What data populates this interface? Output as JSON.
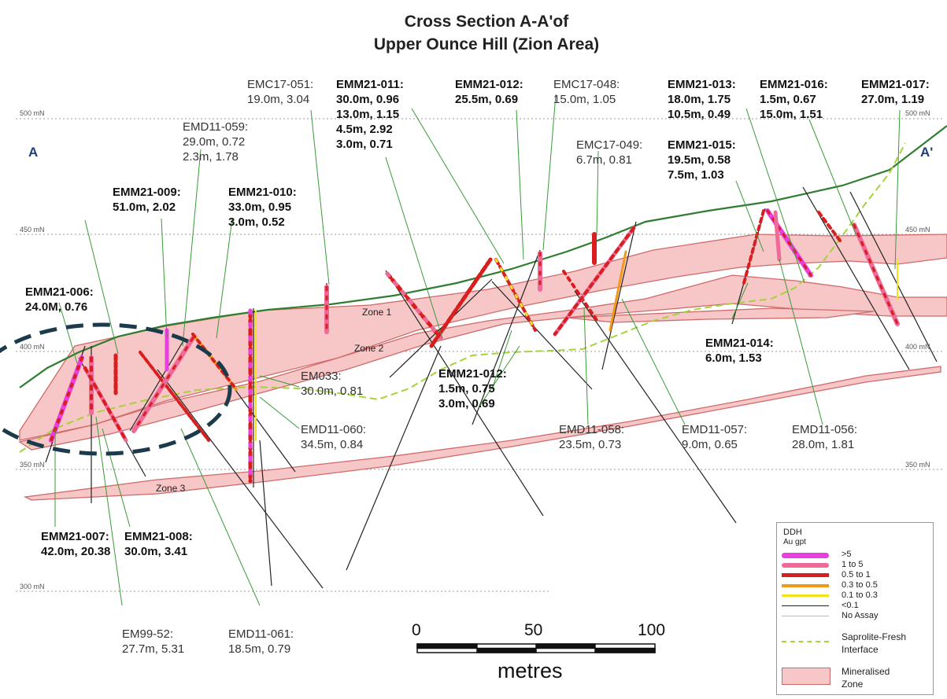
{
  "title": {
    "line1": "Cross Section A-A'of",
    "line2": "Upper Ounce Hill (Zion Area)"
  },
  "section_ends": {
    "left": "A",
    "right": "A'"
  },
  "elevation_labels": {
    "m500_left": "500 mN",
    "m500_right": "500 mN",
    "m450_left": "450 mN",
    "m450_right": "450 mN",
    "m400_left": "400 mN",
    "m400_right": "400 mN",
    "m350_left": "350 mN",
    "m350_right": "350 mN",
    "m300_left": "300 mN"
  },
  "zones": {
    "z1": "Zone 1",
    "z2": "Zone 2",
    "z3": "Zone 3"
  },
  "drill_labels": {
    "emc17_051": {
      "name": "EMC17-051:",
      "l1": "19.0m, 3.04"
    },
    "emm21_011": {
      "name": "EMM21-011:",
      "l1": "30.0m, 0.96",
      "l2": "13.0m, 1.15",
      "l3": "4.5m, 2.92",
      "l4": "3.0m, 0.71"
    },
    "emm21_012_top": {
      "name": "EMM21-012:",
      "l1": "25.5m, 0.69"
    },
    "emc17_048": {
      "name": "EMC17-048:",
      "l1": "15.0m, 1.05"
    },
    "emm21_013": {
      "name": "EMM21-013:",
      "l1": "18.0m, 1.75",
      "l2": "10.5m, 0.49"
    },
    "emm21_016": {
      "name": "EMM21-016:",
      "l1": "1.5m, 0.67",
      "l2": "15.0m, 1.51"
    },
    "emm21_017": {
      "name": "EMM21-017:",
      "l1": "27.0m, 1.19"
    },
    "emd11_059": {
      "name": "EMD11-059:",
      "l1": "29.0m, 0.72",
      "l2": "2.3m, 1.78"
    },
    "emc17_049": {
      "name": "EMC17-049:",
      "l1": "6.7m, 0.81"
    },
    "emm21_015": {
      "name": "EMM21-015:",
      "l1": "19.5m, 0.58",
      "l2": "7.5m, 1.03"
    },
    "emm21_009": {
      "name": "EMM21-009:",
      "l1": "51.0m, 2.02"
    },
    "emm21_010": {
      "name": "EMM21-010:",
      "l1": "33.0m, 0.95",
      "l2": "3.0m, 0.52"
    },
    "emm21_006": {
      "name": "EMM21-006:",
      "l1": "24.0M, 0.76"
    },
    "emm21_014": {
      "name": "EMM21-014:",
      "l1": "6.0m, 1.53"
    },
    "em033": {
      "name": "EM033:",
      "l1": "30.0m, 0.81"
    },
    "emm21_012_mid": {
      "name": "EMM21-012:",
      "l1": "1.5m, 0.75",
      "l2": "3.0m, 0.69"
    },
    "emd11_060": {
      "name": "EMD11-060:",
      "l1": "34.5m, 0.84"
    },
    "emd11_058": {
      "name": "EMD11-058:",
      "l1": "23.5m, 0.73"
    },
    "emd11_057": {
      "name": "EMD11-057:",
      "l1": "9.0m, 0.65"
    },
    "emd11_056": {
      "name": "EMD11-056:",
      "l1": "28.0m, 1.81"
    },
    "emm21_007": {
      "name": "EMM21-007:",
      "l1": "42.0m, 20.38"
    },
    "emm21_008": {
      "name": "EMM21-008:",
      "l1": "30.0m, 3.41"
    },
    "em99_52": {
      "name": "EM99-52:",
      "l1": "27.7m, 5.31"
    },
    "emd11_061": {
      "name": "EMD11-061:",
      "l1": "18.5m, 0.79"
    }
  },
  "scale_bar": {
    "t0": "0",
    "t50": "50",
    "t100": "100",
    "unit": "metres"
  },
  "legend": {
    "title": "DDH",
    "subtitle": "Au gpt",
    "items": [
      {
        "label": ">5",
        "color": "#e93ee0"
      },
      {
        "label": "1    to  5",
        "color": "#ee6a9a"
      },
      {
        "label": "0.5  to  1",
        "color": "#d81e1e"
      },
      {
        "label": "0.3  to  0.5",
        "color": "#f29a16"
      },
      {
        "label": "0.1  to  0.3",
        "color": "#f0e21c"
      },
      {
        "label": "<0.1",
        "color": "#222222"
      },
      {
        "label": "No Assay",
        "color": "#bbbbbb"
      }
    ],
    "saprolite": "Saprolite-Fresh Interface",
    "saprolite_line1": "Saprolite-Fresh",
    "saprolite_line2": "Interface",
    "zone_label_1": "Mineralised",
    "zone_label_2": "Zone",
    "saprolite_color": "#a6d23a",
    "zone_fill": "#f7c6c6",
    "zone_stroke": "#d06a6a"
  },
  "colors": {
    "topography": "#2f7d2f",
    "leader": "#3a9a3a",
    "highlight_circle": "#1b3a4b",
    "end_label": "#1f3f7a"
  }
}
